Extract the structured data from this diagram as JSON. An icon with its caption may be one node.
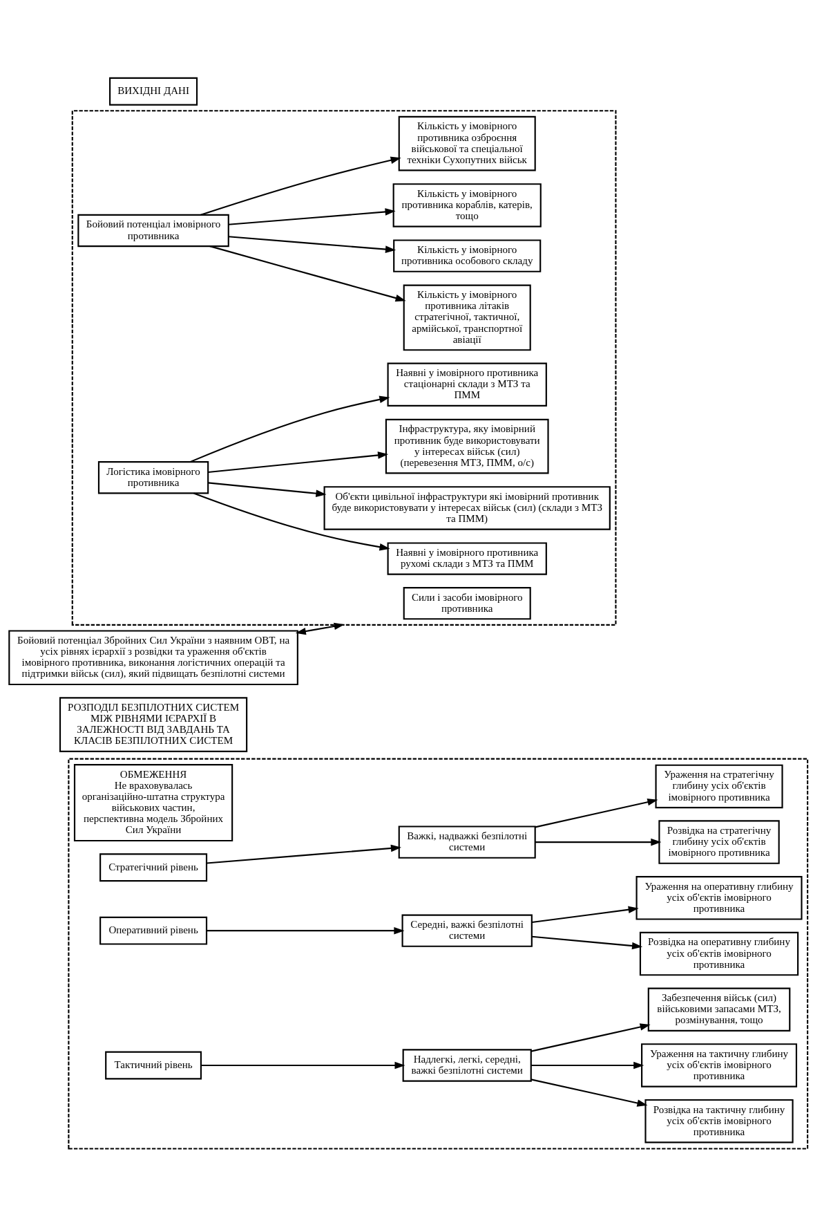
{
  "diagram": {
    "nodes": [
      {
        "text": [
          "ВИХІДНІ ДАНІ"
        ]
      },
      {
        "text": [
          "Бойовий потенціал Збройних Сил України з наявним ОВТ, на усіх рівнях ієрархії з розвідки та ураження об'єктів імовірного противника, виконання логістичних операцій та підтримки військ (сил), який підвищать безпілотні системи"
        ]
      },
      {
        "text": [],
        "shape": "box"
      },
      {
        "text": [
          "Сили і засоби імовірного противника"
        ],
        "in": 2
      },
      {
        "text": [
          "Бойовий потенціал імовірного противника"
        ],
        "in": 2
      },
      {
        "text": [
          "Логістика імовірного противника"
        ],
        "in": 2
      },
      {
        "text": [
          "Кількість у імовірного противника озброєння військової та спеціальної техніки Сухопутних військ"
        ],
        "in": 2
      },
      {
        "text": [
          "Кількість у імовірного противника літаків стратегічної, тактичної, армійської, транспортної авіації"
        ],
        "in": 2
      },
      {
        "text": [
          "Кількість у імовірного противника особового складу"
        ],
        "in": 2
      },
      {
        "text": [
          "Кількість у імовірного противника кораблів, катерів, тощо"
        ],
        "in": 2
      },
      {
        "text": [
          "Наявні у імовірного противника стаціонарні склади з МТЗ та ПММ"
        ],
        "in": 2
      },
      {
        "text": [
          "Наявні у імовірного противника рухомі склади з МТЗ та ПММ"
        ],
        "in": 2
      },
      {
        "text": [
          "Об'єкти цивільної інфраструктури які імовірний противник буде використовувати у інтересах військ (сил) (склади з МТЗ та ПММ)"
        ],
        "in": 2
      },
      {
        "text": [
          "Інфраструктура, яку імовірний противник буде використовувати у інтересах військ (сил) (перевезення МТЗ, ПММ, о/с)"
        ],
        "in": 2
      },
      {
        "text": [
          "РОЗПОДІЛ БЕЗПІЛОТНИХ СИСТЕМ МІЖ РІВНЯМИ ІЄРАРХІЇ В ЗАЛЕЖНОСТІ ВІД ЗАВДАНЬ ТА КЛАСІВ БЕЗПІЛОТНИХ СИСТЕМ"
        ]
      },
      {
        "text": [],
        "shape": "box"
      },
      {
        "text": [
          "ОБМЕЖЕННЯ",
          "Не враховувалась організаційно-штатна структура військових частин, перспективна модель Збройних Сил України"
        ],
        "in": 15
      },
      {
        "text": [
          "Стратегічний рівень"
        ],
        "in": 15
      },
      {
        "text": [
          "Важкі, надважкі безпілотні системи"
        ],
        "in": 15
      },
      {
        "text": [
          "Розвідка на стратегічну глибину усіх об'єктів імовірного противника"
        ],
        "in": 15
      },
      {
        "text": [
          "Ураження на стратегічну глибину усіх об'єктів імовірного противника"
        ],
        "in": 15
      },
      {
        "text": [
          "Оперативний рівень"
        ],
        "in": 15
      },
      {
        "text": [
          "Середні, важкі безпілотні системи"
        ],
        "in": 15
      },
      {
        "text": [
          "Розвідка на оперативну глибину усіх об'єктів імовірного противника"
        ],
        "in": 15
      },
      {
        "text": [
          "Ураження на оперативну глибину усіх об'єктів імовірного противника"
        ],
        "in": 15
      },
      {
        "text": [
          "Тактичний рівень"
        ],
        "in": 15
      },
      {
        "text": [
          "Надлегкі, легкі, середні, важкі безпілотні системи"
        ],
        "in": 15
      },
      {
        "text": [
          "Розвідка на тактичну глибину усіх об'єктів імовірного противника"
        ],
        "in": 15
      },
      {
        "text": [
          "Ураження на тактичну глибину усіх об'єктів імовірного противника"
        ],
        "in": 15
      },
      {
        "text": [
          "Забезпечення військ (сил) військовими запасами МТЗ, розмінування, тощо"
        ],
        "in": 15
      }
    ],
    "edges": [
      {
        "from": 1,
        "to": 2,
        "arrow": "both"
      },
      {
        "from": 4,
        "to": 6,
        "arrow": "to"
      },
      {
        "from": 4,
        "to": 7,
        "arrow": "to"
      },
      {
        "from": 4,
        "to": 8,
        "arrow": "to"
      },
      {
        "from": 4,
        "to": 9,
        "arrow": "to"
      },
      {
        "from": 5,
        "to": 10,
        "arrow": "to"
      },
      {
        "from": 5,
        "to": 11,
        "arrow": "to"
      },
      {
        "from": 5,
        "to": 12,
        "arrow": "to"
      },
      {
        "from": 5,
        "to": 13,
        "arrow": "to"
      },
      {
        "from": 17,
        "to": 18,
        "arrow": "to"
      },
      {
        "from": 18,
        "to": 19,
        "arrow": "to"
      },
      {
        "from": 18,
        "to": 20,
        "arrow": "to"
      },
      {
        "from": 21,
        "to": 22,
        "arrow": "to"
      },
      {
        "from": 22,
        "to": 23,
        "arrow": "to"
      },
      {
        "from": 22,
        "to": 24,
        "arrow": "to"
      },
      {
        "from": 25,
        "to": 26,
        "arrow": "to"
      },
      {
        "from": 26,
        "to": 27,
        "arrow": "to"
      },
      {
        "from": 26,
        "to": 28,
        "arrow": "to"
      },
      {
        "from": 26,
        "to": 29,
        "arrow": "to"
      }
    ]
  }
}
